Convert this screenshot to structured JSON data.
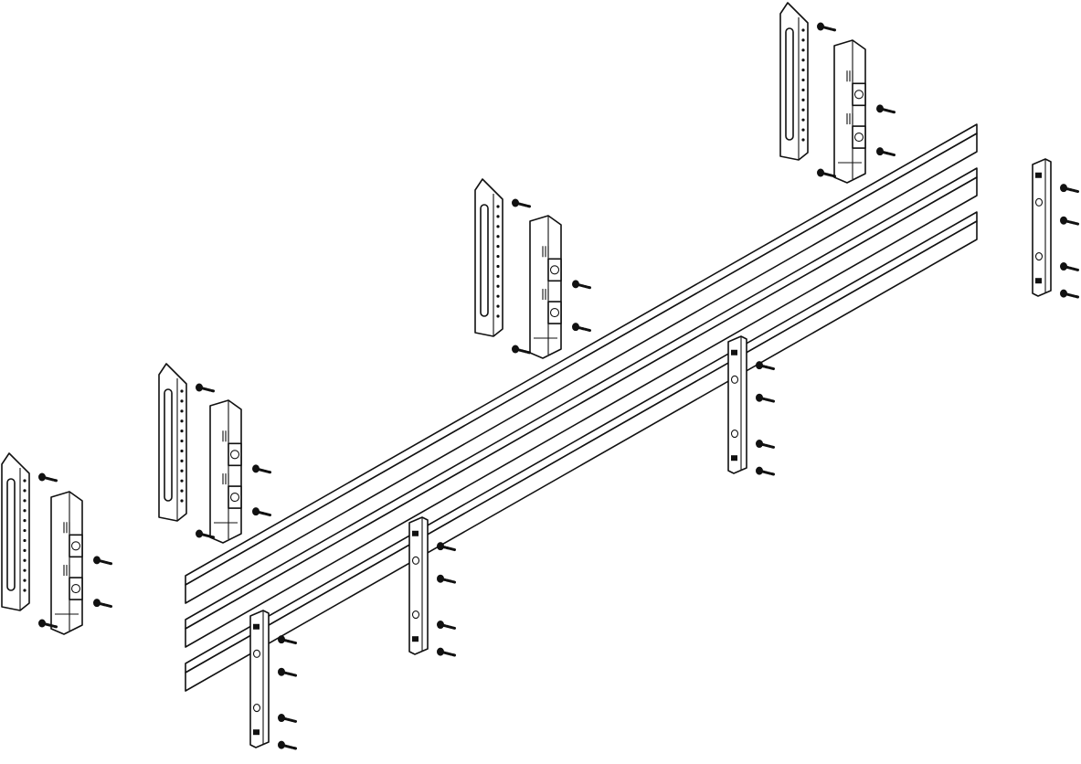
{
  "figure": {
    "kind": "exploded assembly line drawing",
    "line_color": "#111111",
    "background": "#ffffff",
    "parts": {
      "busbars": 3,
      "mounting_brackets": 4,
      "busbar_supports": 4,
      "spacer_clamps": 4,
      "screws_per_clamp": 4,
      "screws_per_bracket": 2
    }
  }
}
